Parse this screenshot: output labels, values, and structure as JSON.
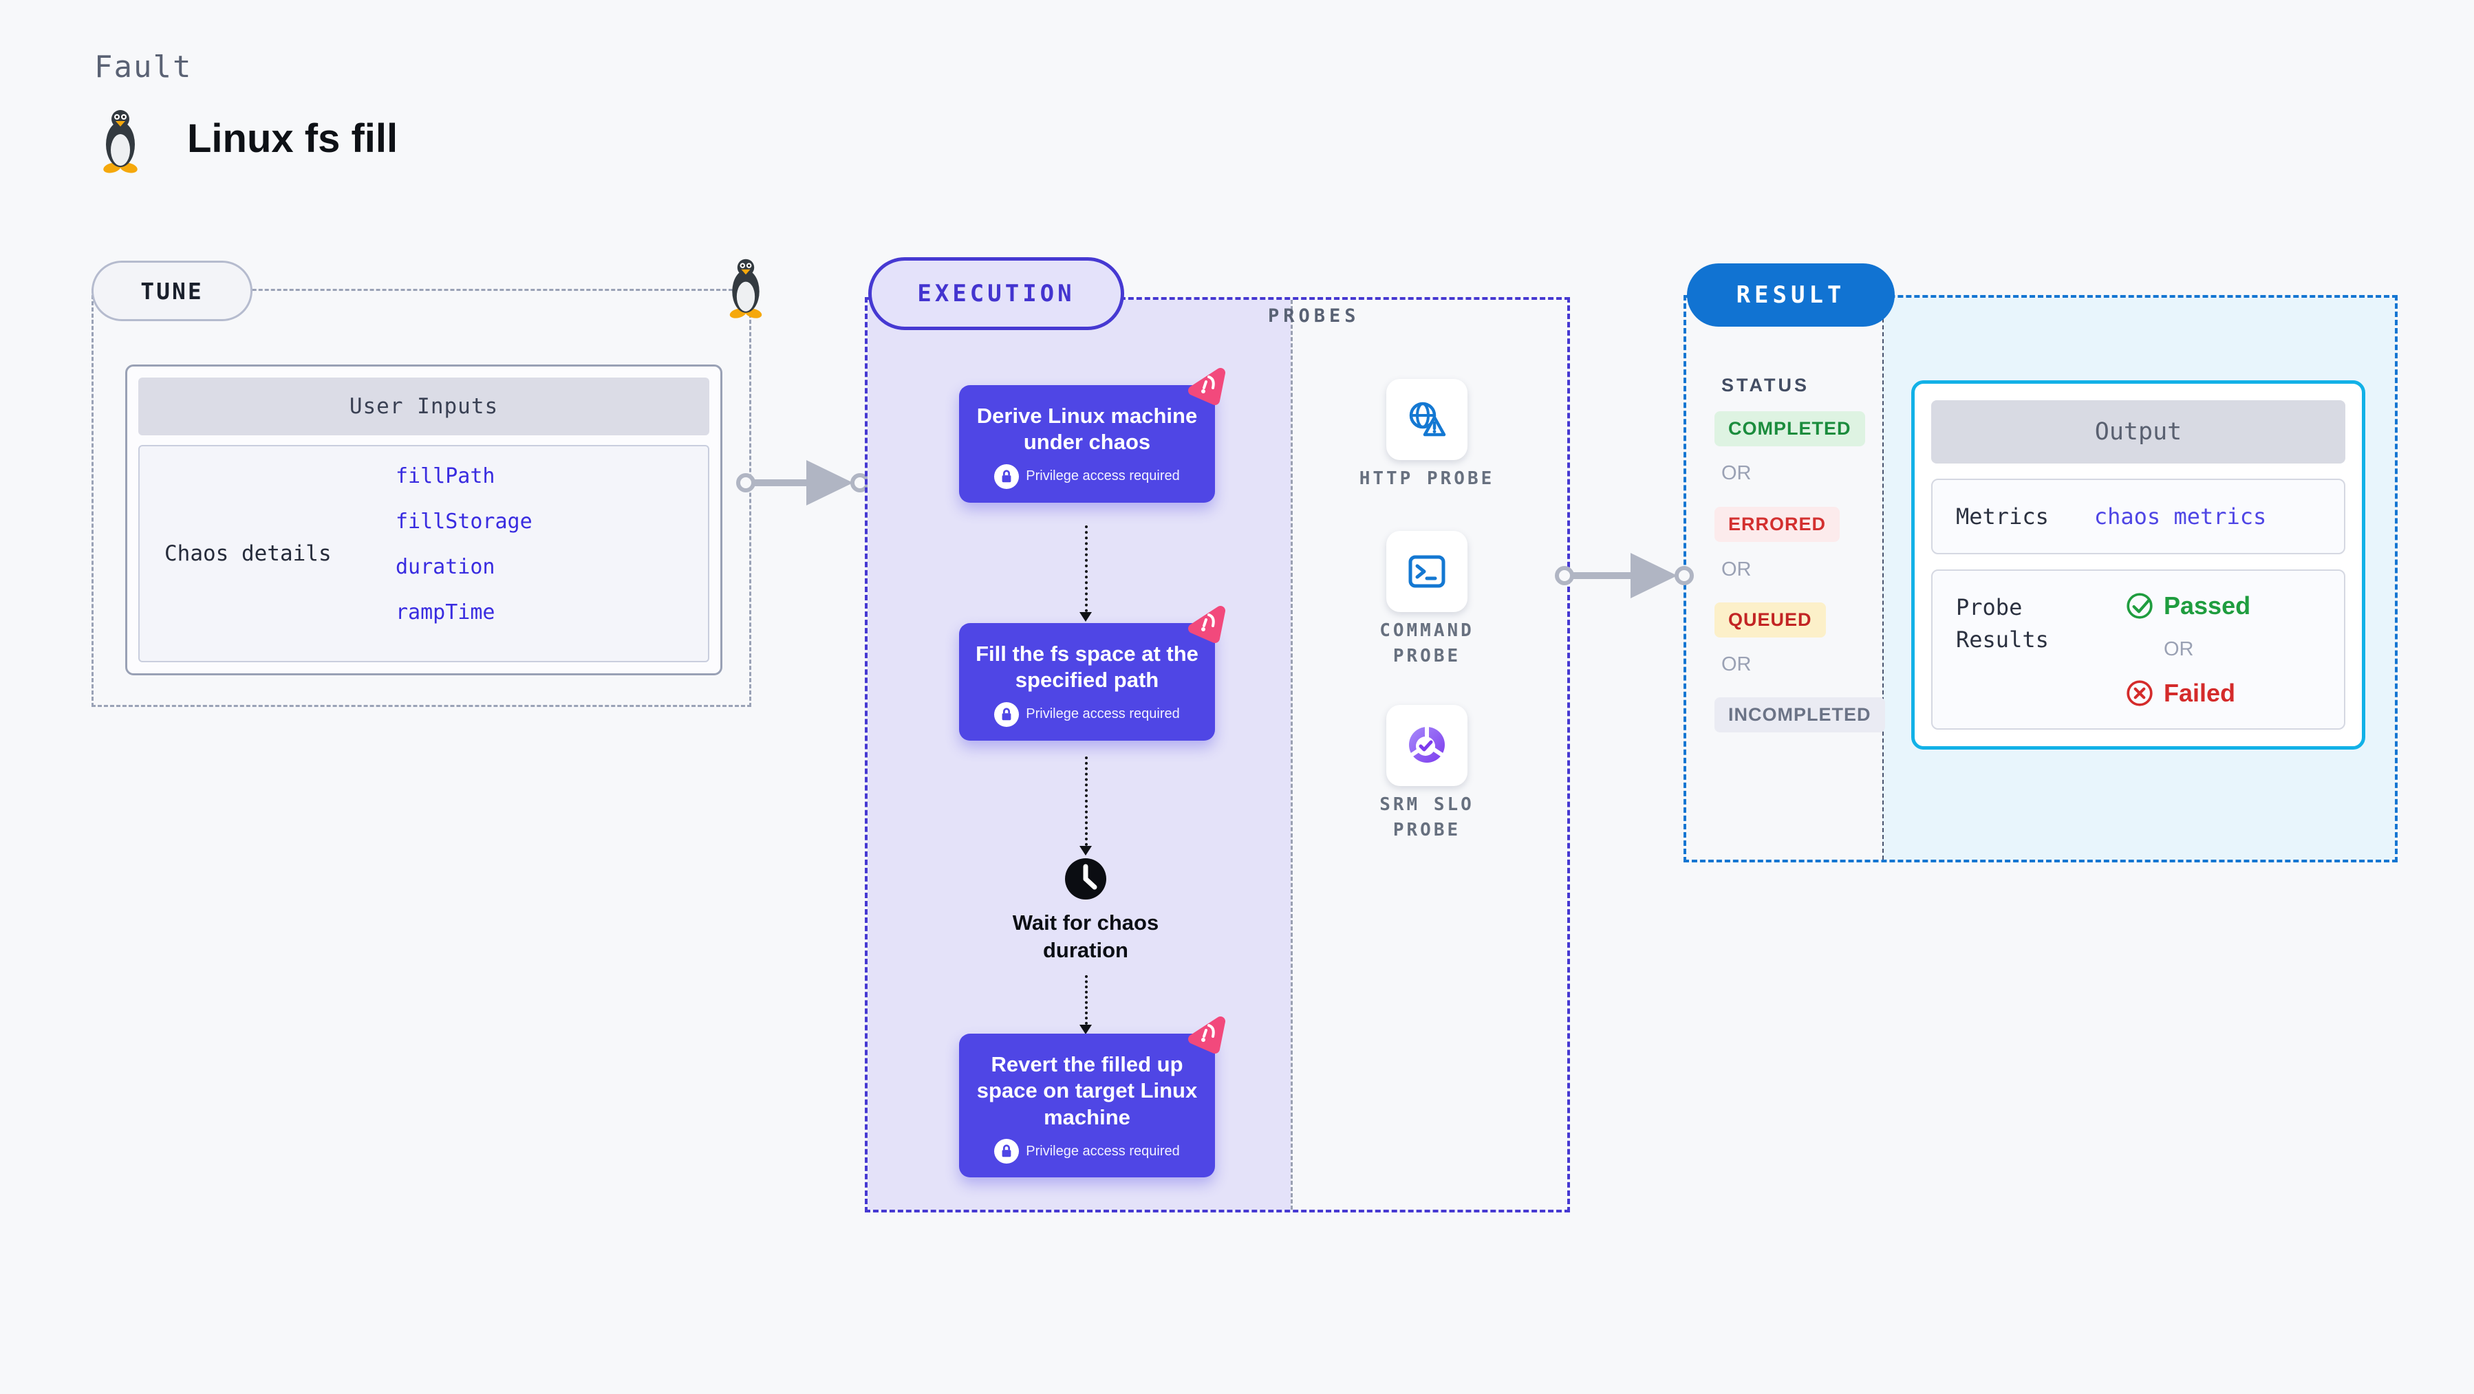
{
  "header": {
    "eyebrow": "Fault",
    "title": "Linux fs fill"
  },
  "tune": {
    "badge": "TUNE",
    "table": {
      "header": "User Inputs",
      "row_label": "Chaos details",
      "inputs": [
        "fillPath",
        "fillStorage",
        "duration",
        "rampTime"
      ]
    }
  },
  "execution": {
    "badge": "EXECUTION",
    "steps": [
      {
        "title": "Derive Linux machine under chaos",
        "note": "Privilege access required"
      },
      {
        "title": "Fill the fs space at the specified path",
        "note": "Privilege access required"
      },
      {
        "title": "Revert the filled up space on target Linux machine",
        "note": "Privilege access required"
      }
    ],
    "wait_step": "Wait for chaos duration"
  },
  "probes": {
    "label": "PROBES",
    "items": [
      {
        "name": "HTTP PROBE"
      },
      {
        "name": "COMMAND PROBE"
      },
      {
        "name": "SRM SLO PROBE"
      }
    ]
  },
  "result": {
    "badge": "RESULT",
    "status": {
      "label": "STATUS",
      "separator": "OR",
      "items": [
        "COMPLETED",
        "ERRORED",
        "QUEUED",
        "INCOMPLETED"
      ]
    },
    "output": {
      "header": "Output",
      "metrics_label": "Metrics",
      "metrics_value": "chaos metrics",
      "probe_results_label": "Probe Results",
      "passed": "Passed",
      "or": "OR",
      "failed": "Failed"
    }
  },
  "colors": {
    "page_bg": "#f7f8fa",
    "card_indigo": "#4f46e5",
    "execution_border": "#4639d2",
    "execution_fill": "#e4e2f9",
    "result_blue": "#1476d2",
    "result_fill": "#e8f5fc",
    "output_border": "#12b1e7",
    "chaos_pink": "#f2497c",
    "probe_icon_blue": "#1478d2",
    "completed_green": "#1b8c3d",
    "errored_red": "#d33030",
    "queued_amber_bg": "#fcf0c9",
    "passed_green": "#1f9d3f",
    "failed_red": "#d42b2b"
  }
}
